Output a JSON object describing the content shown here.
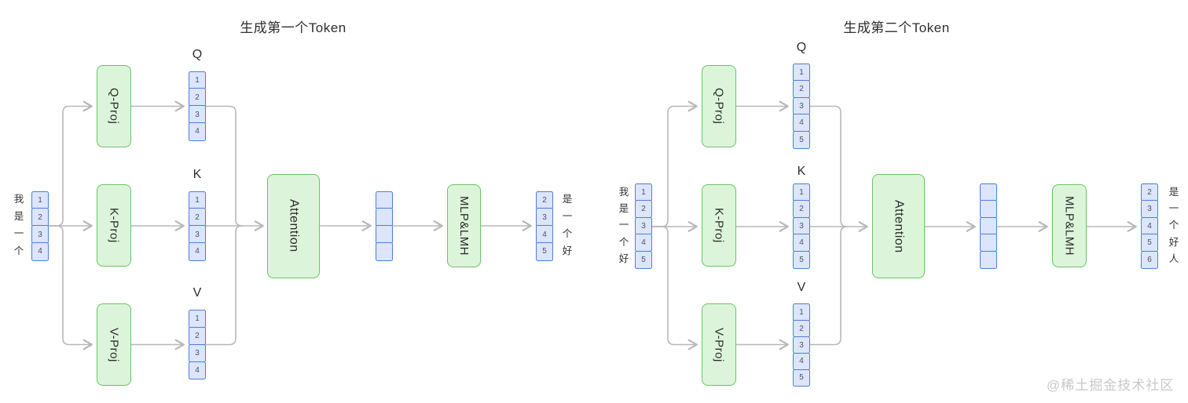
{
  "colors": {
    "box_fill": "#dcf5da",
    "box_border": "#69c366",
    "cell_fill": "#dce5f9",
    "cell_border": "#4d7de0",
    "connector": "#b8b8b8",
    "watermark": "#c7c8ca"
  },
  "watermark": "@稀土掘金技术社区",
  "panels": [
    {
      "title": "生成第一个Token",
      "input_tokens": [
        "我",
        "是",
        "一",
        "个"
      ],
      "input_cells": [
        "1",
        "2",
        "3",
        "4"
      ],
      "proj": {
        "q": "Q-Proj",
        "k": "K-Proj",
        "v": "V-Proj"
      },
      "vector_labels": {
        "q": "Q",
        "k": "K",
        "v": "V"
      },
      "q_cells": [
        "1",
        "2",
        "3",
        "4"
      ],
      "k_cells": [
        "1",
        "2",
        "3",
        "4"
      ],
      "v_cells": [
        "1",
        "2",
        "3",
        "4"
      ],
      "attention": "Attention",
      "mlp": "MLP&LMH",
      "output_cells": [
        "2",
        "3",
        "4",
        "5"
      ],
      "output_tokens": [
        "是",
        "一",
        "个",
        "好"
      ]
    },
    {
      "title": "生成第二个Token",
      "input_tokens": [
        "我",
        "是",
        "一",
        "个",
        "好"
      ],
      "input_cells": [
        "1",
        "2",
        "3",
        "4",
        "5"
      ],
      "proj": {
        "q": "Q-Proj",
        "k": "K-Proj",
        "v": "V-Proj"
      },
      "vector_labels": {
        "q": "Q",
        "k": "K",
        "v": "V"
      },
      "q_cells": [
        "1",
        "2",
        "3",
        "4",
        "5"
      ],
      "k_cells": [
        "1",
        "2",
        "3",
        "4",
        "5"
      ],
      "v_cells": [
        "1",
        "2",
        "3",
        "4",
        "5"
      ],
      "attention": "Attention",
      "mlp": "MLP&LMH",
      "output_cells": [
        "2",
        "3",
        "4",
        "5",
        "6"
      ],
      "output_tokens": [
        "是",
        "一",
        "个",
        "好",
        "人"
      ]
    }
  ]
}
